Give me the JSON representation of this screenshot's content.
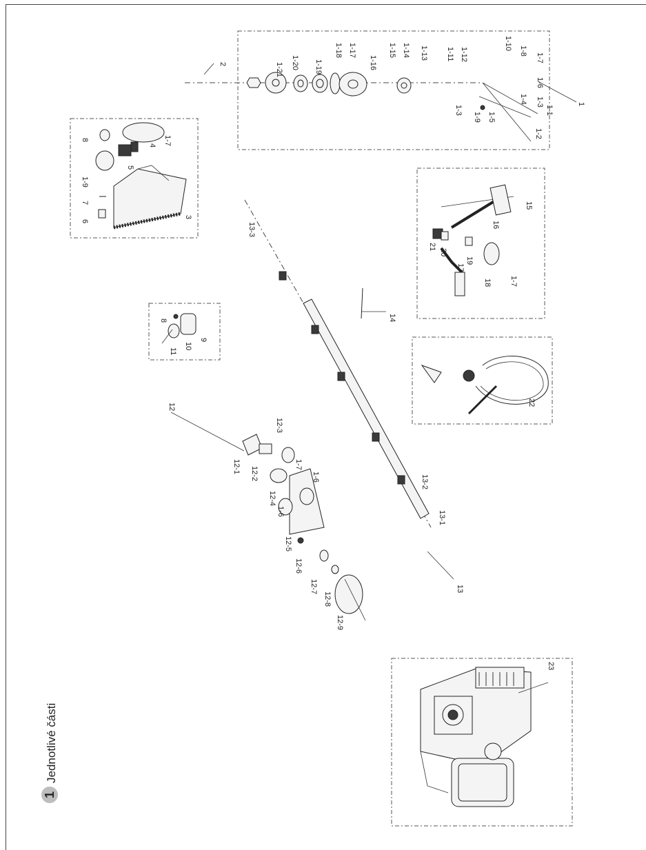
{
  "section": {
    "number": "1",
    "title": "Jednotlivé části"
  },
  "labels": {
    "l1": "1",
    "l1_1": "1-1",
    "l1_2": "1-2",
    "l1_3": "1-3",
    "l1_3b": "1-3",
    "l1_4": "1-4",
    "l1_5": "1-5",
    "l1_6": "1-6",
    "l1_7": "1-7",
    "l1_8": "1-8",
    "l1_9": "1-9",
    "l1_10": "1-10",
    "l1_11": "1-11",
    "l1_12": "1-12",
    "l1_13": "1-13",
    "l1_14": "1-14",
    "l1_15": "1-15",
    "l1_16": "1-16",
    "l1_17": "1-17",
    "l1_18": "1-18",
    "l1_19": "1-19",
    "l1_20": "1-20",
    "l1_21": "1-21",
    "l2": "2",
    "g3_7": "1-7",
    "g3_4": "4",
    "g3_8": "8",
    "g3_5": "5",
    "g3_19": "1-9",
    "g3_7b": "7",
    "g3_6": "6",
    "g3_3": "3",
    "g15": "15",
    "g16": "16",
    "g21": "21",
    "g20": "20",
    "g19": "19",
    "g17": "17",
    "g17b": "1-7",
    "g18": "18",
    "g13_3": "13-3",
    "g14": "14",
    "g8": "8",
    "g9": "9",
    "g10": "10",
    "g11": "11",
    "g22": "22",
    "g12": "12",
    "g12_1": "12-1",
    "g12_2": "12-2",
    "g12_3": "12-3",
    "g1_7c": "1-7",
    "g12_4": "12-4",
    "g1_6c": "1-6",
    "g1_6d": "1-6",
    "g12_5": "12-5",
    "g12_6": "12-6",
    "g12_7": "12-7",
    "g12_8": "12-8",
    "g12_9": "12-9",
    "g13_2": "13-2",
    "g13_1": "13-1",
    "g13": "13",
    "g23": "23"
  }
}
